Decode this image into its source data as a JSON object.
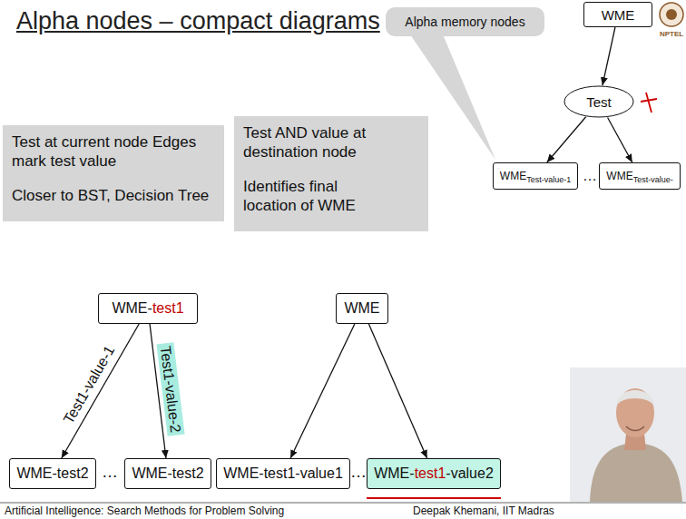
{
  "diagram": {
    "title": "Alpha nodes – compact diagrams",
    "nodes": [
      {
        "text": [
          "WME"
        ]
      },
      {
        "text": [
          "Alpha memory nodes"
        ]
      },
      {
        "text": [
          "Test"
        ]
      },
      {
        "text": [
          "WME",
          "Test-value-1"
        ]
      },
      {
        "text": [
          "WME",
          "Test-value-"
        ]
      },
      {
        "text": [
          "Test at current node Edges mark test value",
          "Closer to BST, Decision Tree"
        ]
      },
      {
        "text": [
          "Test AND value at destination node",
          "Identifies final location of WME"
        ]
      },
      {
        "text": [
          "WME-",
          "test1"
        ]
      },
      {
        "text": [
          "WME"
        ]
      },
      {
        "text": [
          "WME-test2"
        ]
      },
      {
        "text": [
          "WME-test2"
        ]
      },
      {
        "text": [
          "WME-test1-value1"
        ]
      },
      {
        "text": [
          "WME-",
          "test1",
          "-value2"
        ]
      }
    ],
    "edges": [
      {
        "from": 0,
        "to": 2,
        "arrow": "to"
      },
      {
        "from": 2,
        "to": 3,
        "arrow": "to"
      },
      {
        "from": 2,
        "to": 4,
        "arrow": "to"
      },
      {
        "from": 7,
        "to": 9,
        "label": "Test1-value-1",
        "arrow": "to"
      },
      {
        "from": 7,
        "to": 10,
        "label": "Test1-value-2",
        "arrow": "to"
      },
      {
        "from": 8,
        "to": 11,
        "arrow": "to"
      },
      {
        "from": 8,
        "to": 12,
        "arrow": "to"
      }
    ],
    "labels": [
      "…",
      "…",
      "…",
      "NPTEL",
      "Artificial Intelligence: Search Methods for Problem Solving",
      "Deepak Khemani, IIT Madras"
    ]
  }
}
